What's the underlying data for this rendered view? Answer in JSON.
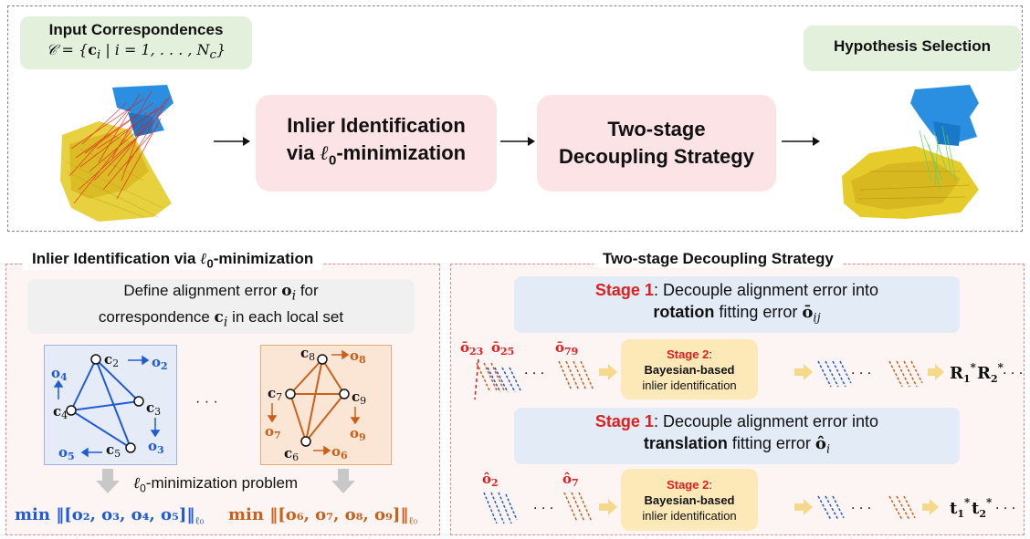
{
  "top": {
    "input_title": "Input Correspondences",
    "input_formula_lhs": "𝒞 = {",
    "input_formula_ci": "c",
    "input_formula_rest": " | i = 1, . . . , N",
    "input_formula_sub_i": "i",
    "input_formula_sub_c": "c",
    "input_formula_close": "}",
    "inlier_line1": "Inlier Identification",
    "inlier_line2_prefix": "via ",
    "inlier_line2_ell": "ℓ",
    "inlier_line2_sub": "0",
    "inlier_line2_suffix": "-minimization",
    "two_stage_line1": "Two-stage",
    "two_stage_line2": "Decoupling Strategy",
    "hypothesis_title": "Hypothesis Selection"
  },
  "left_panel": {
    "title_prefix": "Inlier Identification via ",
    "title_ell": "ℓ",
    "title_sub": "0",
    "title_suffix": "-minimization",
    "define_line1_prefix": "Define alignment error ",
    "define_line1_var": "o",
    "define_line1_sub": "i",
    "define_line1_suffix": " for",
    "define_line2_prefix": "correspondence ",
    "define_line2_var": "c",
    "define_line2_sub": "i",
    "define_line2_suffix": " in each local set",
    "ellipsis": "· · ·",
    "problem_ell": "ℓ",
    "problem_sub": "0",
    "problem_suffix": "-minimization problem",
    "min_blue": "min ‖[o₂, o₃, o₄, o₅]‖",
    "min_orange": "min ‖[o₆, o₇, o₈, o₉]‖",
    "min_sub": "ℓ₀"
  },
  "right_panel": {
    "title": "Two-stage Decoupling Strategy",
    "stage1_label": "Stage 1",
    "stage1a_line1_suffix": ": Decouple alignment error into",
    "stage1a_line2_bold": "rotation",
    "stage1a_line2_suffix": " fitting error ",
    "stage1a_var": "ō",
    "stage1a_sub": "ij",
    "stage1b_line1_suffix": ": Decouple alignment error into",
    "stage1b_line2_bold": "translation",
    "stage1b_line2_suffix": " fitting error ",
    "stage1b_var": "ô",
    "stage1b_sub": "i",
    "stage2_label": "Stage 2",
    "stage2_colon": ":",
    "stage2_line2": "Bayesian-based",
    "stage2_line3": "inlier identification",
    "row1_labels": [
      "ō",
      "ō",
      "ō"
    ],
    "row1_subs": [
      "23",
      "25",
      "79"
    ],
    "row2_labels": [
      "ô",
      "ô"
    ],
    "row2_subs": [
      "2",
      "7"
    ],
    "dots": "· · ·",
    "out_rot": "R",
    "out_trans": "t",
    "out_sub1": "1",
    "out_sub2": "2",
    "out_star": "*"
  },
  "graph_blue": {
    "node_labels": [
      "c",
      "c",
      "c",
      "c"
    ],
    "node_subs": [
      "2",
      "3",
      "4",
      "5"
    ],
    "error_labels": [
      "o",
      "o",
      "o",
      "o"
    ],
    "error_subs": [
      "2",
      "3",
      "4",
      "5"
    ]
  },
  "graph_orange": {
    "node_labels": [
      "c",
      "c",
      "c",
      "c"
    ],
    "node_subs": [
      "6",
      "7",
      "8",
      "9"
    ],
    "error_labels": [
      "o",
      "o",
      "o",
      "o"
    ],
    "error_subs": [
      "6",
      "7",
      "8",
      "9"
    ]
  },
  "colors": {
    "blue": "#1f5bd6",
    "orange": "#c9601b",
    "red": "#e01e1e",
    "green_box": "#e3f1dc",
    "pink_box": "#fce3e6",
    "yellow_box": "#fde9b8",
    "point_yellow": "#e6cc2a",
    "point_blue": "#2a8fe0"
  }
}
